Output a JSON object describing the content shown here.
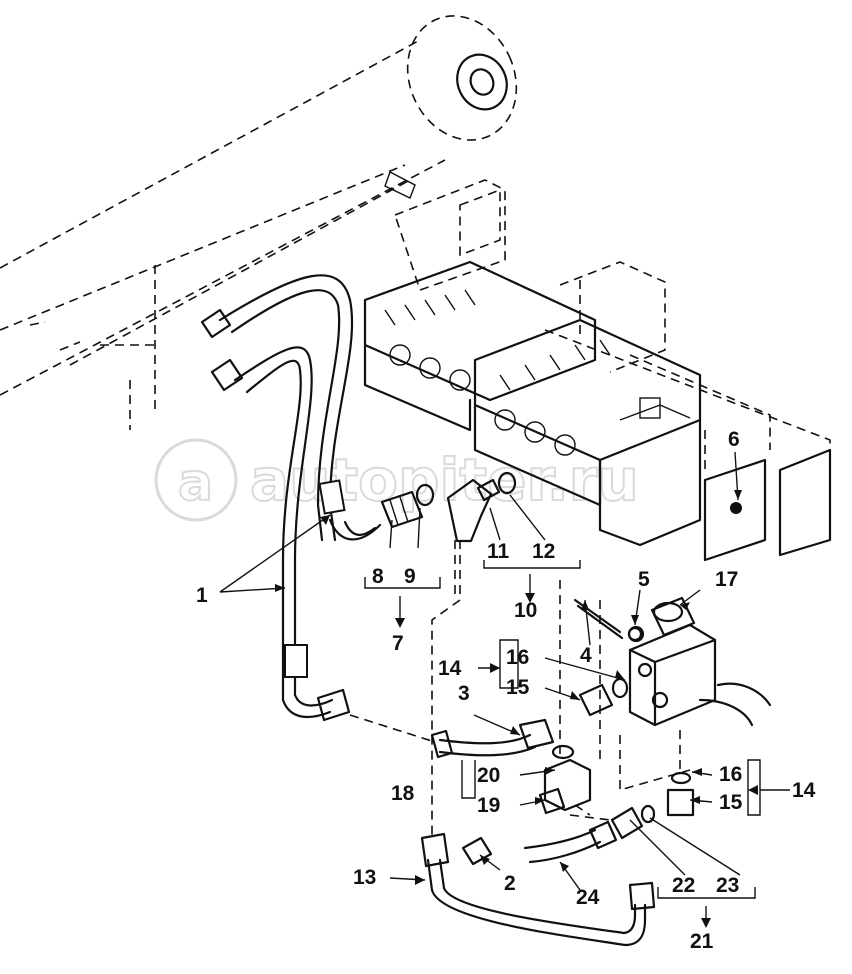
{
  "watermark": "autopiter.ru",
  "callouts": {
    "c1": "1",
    "c2": "2",
    "c3": "3",
    "c4": "4",
    "c5": "5",
    "c6": "6",
    "c7": "7",
    "c8": "8",
    "c9": "9",
    "c10": "10",
    "c11": "11",
    "c12": "12",
    "c13": "13",
    "c14a": "14",
    "c14b": "14",
    "c15a": "15",
    "c15b": "15",
    "c16a": "16",
    "c16b": "16",
    "c17": "17",
    "c18": "18",
    "c19": "19",
    "c20": "20",
    "c21": "21",
    "c22": "22",
    "c23": "23",
    "c24": "24"
  }
}
